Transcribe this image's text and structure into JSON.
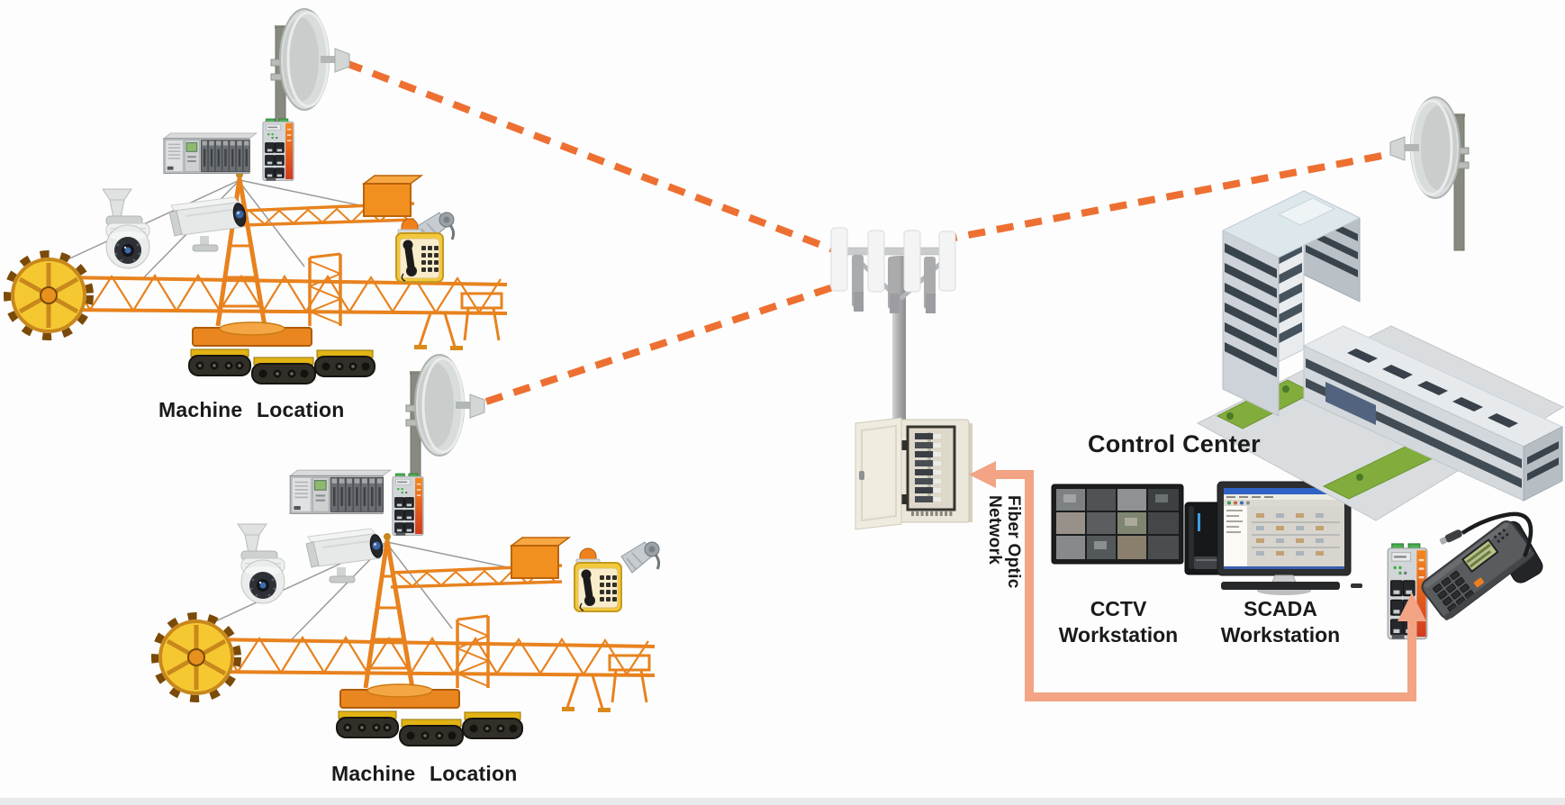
{
  "labels": {
    "site1": "Machine Location",
    "site2": "Machine Location",
    "control_center": "Control Center",
    "cctv_workstation": "CCTV Workstation",
    "scada_workstation": "SCADA Workstation",
    "fiber_network": "Fiber Optic Network"
  },
  "colors": {
    "wireless_link": "#ed7032",
    "fiber_link": "#f2a485",
    "machine_orange": "#e8821e",
    "bucket_wheel_yellow": "#f2c230",
    "label_text": "#1a1a1a"
  },
  "equipment_icons": {
    "machine_site": [
      "microwave-dish-antenna",
      "plc-rack",
      "industrial-ethernet-switch",
      "ptz-dome-camera",
      "bullet-camera",
      "industrial-telephone",
      "horn-loudspeaker",
      "bucket-wheel-machine"
    ],
    "backbone": [
      "communications-tower",
      "fiber-termination-cabinet"
    ],
    "control_center": [
      "cctv-monitor",
      "workstation-pc",
      "scada-monitor",
      "industrial-ethernet-switch",
      "dispatcher-phone",
      "office-building",
      "microwave-dish-antenna"
    ]
  }
}
